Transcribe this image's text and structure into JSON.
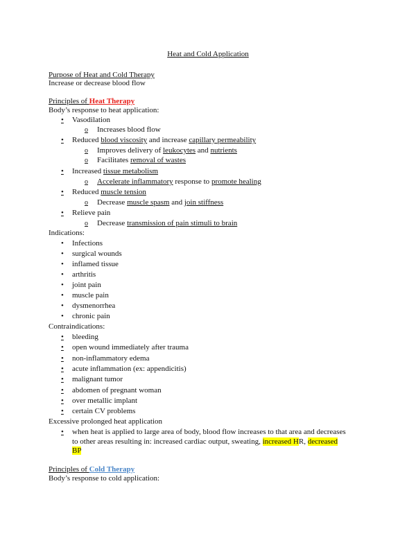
{
  "document": {
    "title": "Heat and Cold Application",
    "purpose": {
      "heading": "Purpose of Heat and Cold Therapy",
      "text": "Increase or decrease blood flow"
    },
    "heat": {
      "heading_prefix": "Principles of ",
      "heading_emphasis": "Heat Therapy",
      "response_label": "Body’s response to heat application:",
      "responses": [
        {
          "text": "Vasodilation",
          "sub": [
            "Increases blood flow"
          ]
        },
        {
          "text_a": "Reduced ",
          "u1": "blood viscosity",
          "text_b": " and increase ",
          "u2": "capillary permeability",
          "sub_a": {
            "pre": "Improves delivery of ",
            "u1": "leukocytes",
            "mid": " and ",
            "u2": "nutrients"
          },
          "sub_b": {
            "pre": "Facilitates ",
            "u1": "removal of wastes"
          }
        },
        {
          "text_a": "Increased ",
          "u1": "tissue metabolism",
          "sub": {
            "u1": "Accelerate inflammatory",
            "mid": " response to ",
            "u2": "promote healing"
          }
        },
        {
          "text_a": "Reduced ",
          "u1": "muscle tension",
          "sub": {
            "pre": "Decrease ",
            "u1": "muscle spasm",
            "mid": " and ",
            "u2": "join stiffness"
          }
        },
        {
          "text": "Relieve pain",
          "sub": {
            "pre": "Decrease ",
            "u1": "transmission of pain stimuli to brain"
          }
        }
      ],
      "indications_label": "Indications:",
      "indications": [
        "Infections",
        "surgical wounds",
        "inflamed tissue",
        "arthritis",
        "joint pain",
        "muscle pain",
        "dysmenorrhea",
        "chronic pain"
      ],
      "contraindications_label": "Contraindications:",
      "contraindications": [
        "bleeding",
        "open wound immediately after trauma",
        "non-inflammatory edema",
        "acute inflammation (ex:  appendicitis)",
        "malignant tumor",
        "abdomen of pregnant woman",
        "over metallic implant",
        "certain CV problems"
      ],
      "excessive_label": "Excessive prolonged heat application",
      "excessive": {
        "line1": "when heat is applied to large area of body, blood flow increases to that area and decreases",
        "line2_pre": "to other areas resulting in:  increased cardiac output, sweating, ",
        "hl1": "increased H",
        "hl1_tail": "R",
        "sep": ", ",
        "hl2a": "decreased",
        "hl2b": "BP"
      }
    },
    "cold": {
      "heading_prefix": "Principles of ",
      "heading_emphasis": "Cold Therapy",
      "response_label": "Body’s response to cold application:"
    },
    "glyphs": {
      "bullet": "•",
      "sub_bullet": "o"
    },
    "colors": {
      "heat_heading": "#e8201c",
      "cold_heading": "#4a86c8",
      "highlight": "#ffff00"
    }
  }
}
